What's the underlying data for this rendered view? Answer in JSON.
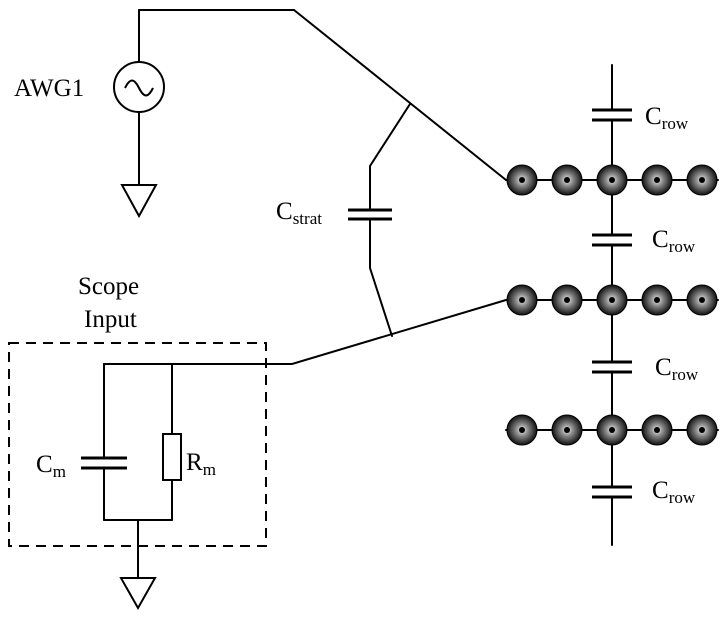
{
  "source": {
    "name": "AWG1"
  },
  "capacitors": {
    "strat": {
      "main": "C",
      "sub": "strat"
    },
    "row": {
      "main": "C",
      "sub": "row"
    }
  },
  "scope": {
    "title_line1": "Scope",
    "title_line2": "Input",
    "cap": {
      "main": "C",
      "sub": "m"
    },
    "res": {
      "main": "R",
      "sub": "m"
    }
  },
  "electrode_rows": 3,
  "electrodes_per_row": 5
}
